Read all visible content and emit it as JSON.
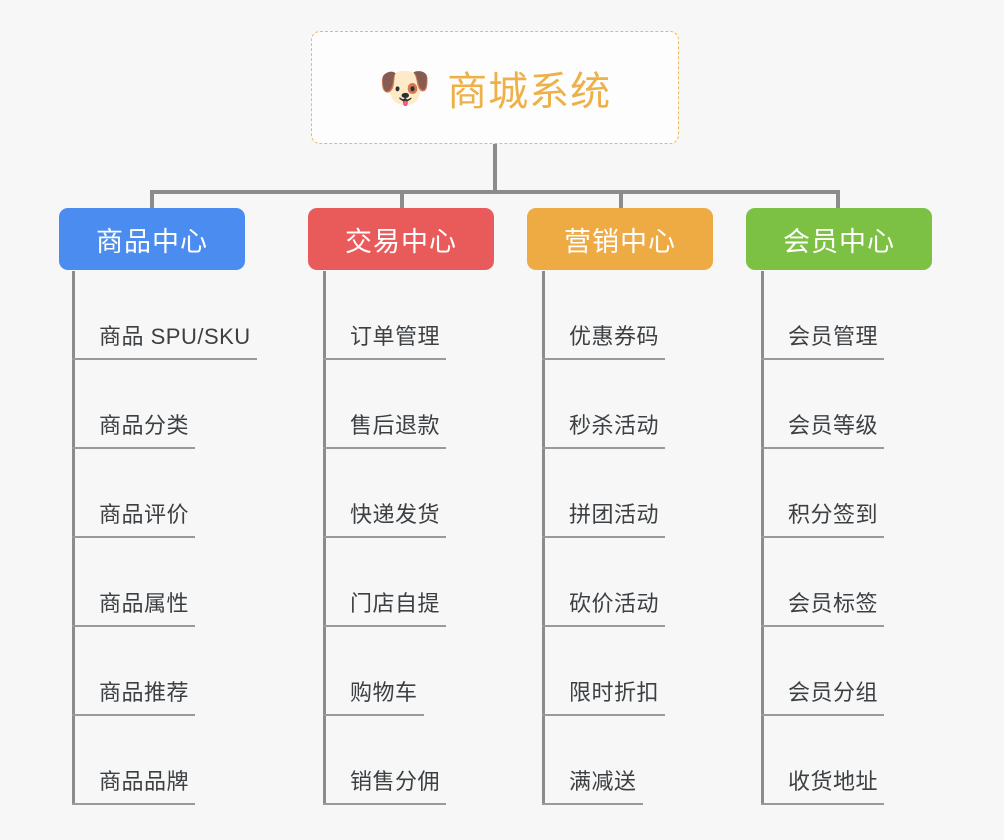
{
  "background_color": "#f7f7f7",
  "root": {
    "icon": "dog-face-emoji",
    "icon_glyph": "🐶",
    "title": "商城系统",
    "border_color": "#edb95a",
    "text_color": "#eeb14a"
  },
  "connector_color": "#8c8c8c",
  "columns": [
    {
      "id": "product-center",
      "label": "商品中心",
      "color": "#4a8cf0",
      "items": [
        "商品 SPU/SKU",
        "商品分类",
        "商品评价",
        "商品属性",
        "商品推荐",
        "商品品牌"
      ]
    },
    {
      "id": "trade-center",
      "label": "交易中心",
      "color": "#e95b5b",
      "items": [
        "订单管理",
        "售后退款",
        "快递发货",
        "门店自提",
        "购物车",
        "销售分佣"
      ]
    },
    {
      "id": "marketing-center",
      "label": "营销中心",
      "color": "#eeaa43",
      "items": [
        "优惠券码",
        "秒杀活动",
        "拼团活动",
        "砍价活动",
        "限时折扣",
        "满减送"
      ]
    },
    {
      "id": "member-center",
      "label": "会员中心",
      "color": "#7cc143",
      "items": [
        "会员管理",
        "会员等级",
        "积分签到",
        "会员标签",
        "会员分组",
        "收货地址"
      ]
    }
  ]
}
